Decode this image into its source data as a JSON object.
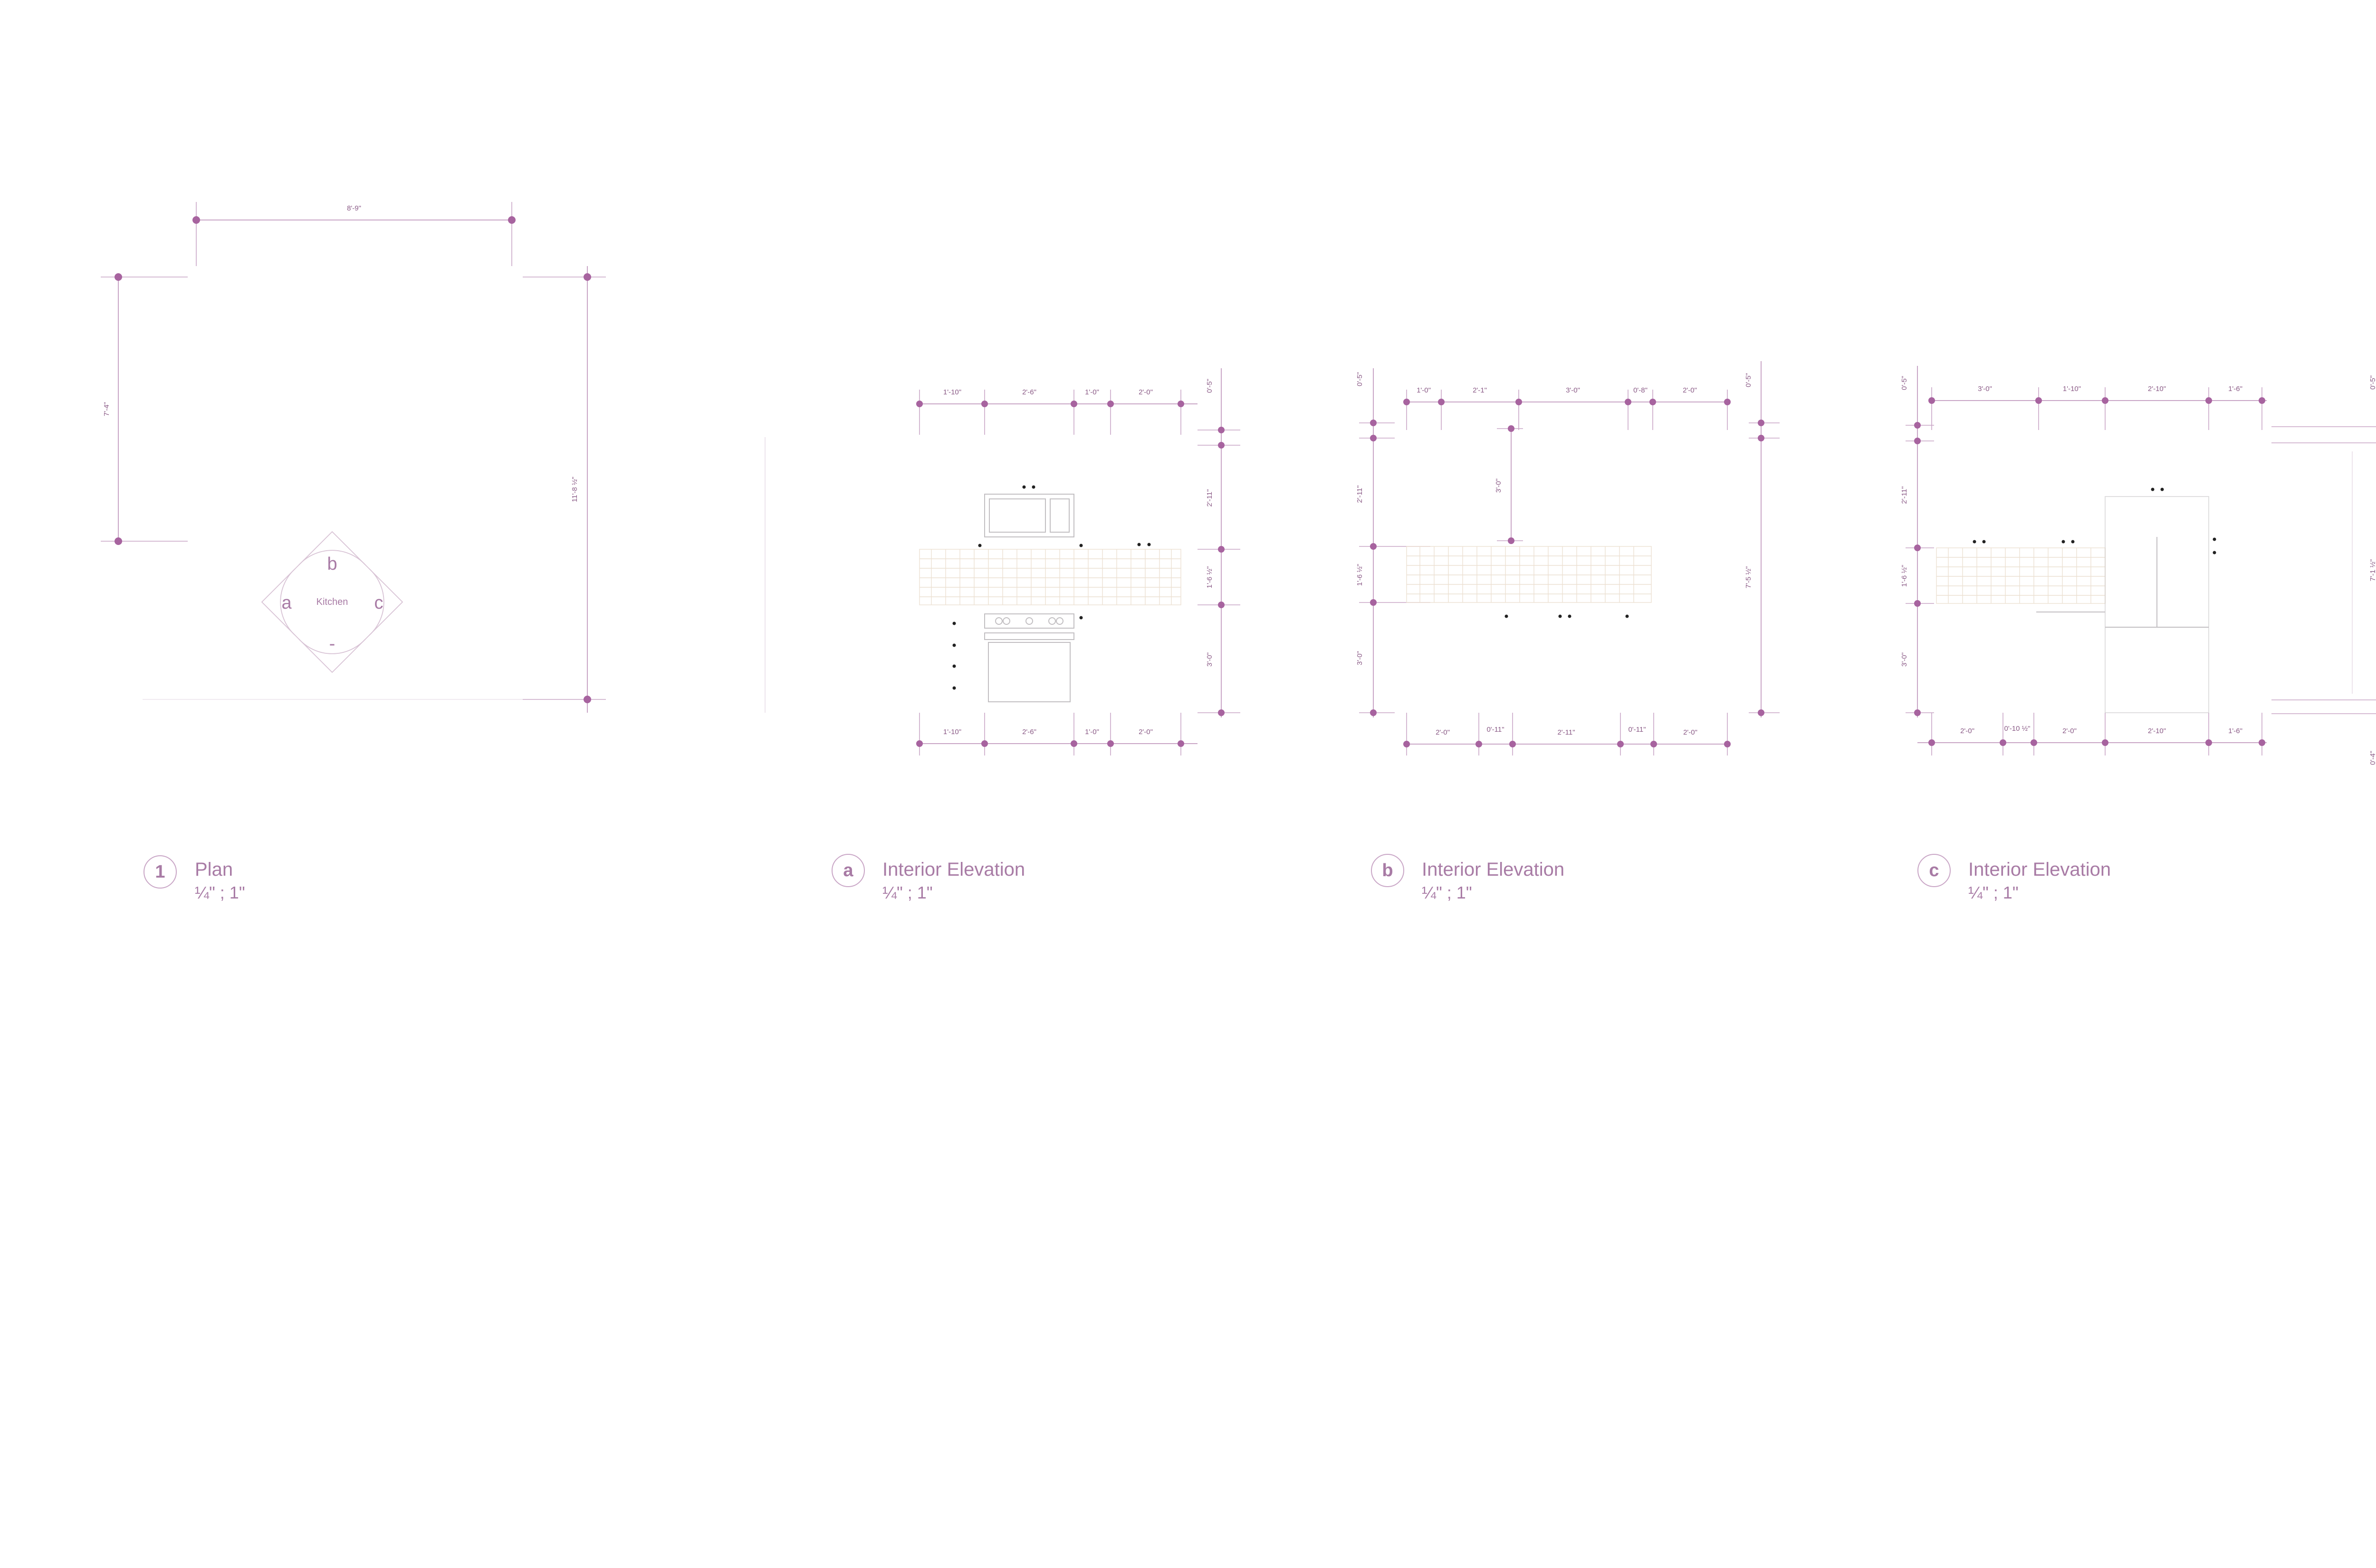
{
  "colors": {
    "accent": "#a7639f",
    "line": "#c9a6c6",
    "tile": "#ece0d2"
  },
  "plan": {
    "dims": {
      "top": "8'-9\"",
      "left": "7'-4\"",
      "right": "11'-8 ½\""
    },
    "room_label": "Kitchen",
    "markers": [
      "a",
      "b",
      "c",
      "-"
    ]
  },
  "elev_a": {
    "top_dims": [
      "1'-10\"",
      "2'-6\"",
      "1'-0\"",
      "2'-0\""
    ],
    "bottom_dims": [
      "1'-10\"",
      "2'-6\"",
      "1'-0\"",
      "2'-0\""
    ],
    "right_dims": [
      "0'-5\"",
      "2'-11\"",
      "1'-6 ½\"",
      "3'-0\""
    ]
  },
  "elev_b": {
    "top_dims": [
      "1'-0\"",
      "2'-1\"",
      "3'-0\"",
      "0'-8\"",
      "2'-0\""
    ],
    "bottom_dims": [
      "2'-0\"",
      "0'-11\"",
      "2'-11\"",
      "0'-11\"",
      "2'-0\""
    ],
    "left_dims": [
      "0'-5\"",
      "2'-11\"",
      "1'-6 ½\"",
      "3'-0\""
    ],
    "right_dims": [
      "0'-5\"",
      "7'-5 ½\""
    ],
    "inner_dim": "3'-0\""
  },
  "elev_c": {
    "top_dims": [
      "3'-0\"",
      "1'-10\"",
      "2'-10\"",
      "1'-6\""
    ],
    "bottom_dims": [
      "2'-0\"",
      "0'-10 ½\"",
      "2'-0\"",
      "2'-10\"",
      "1'-6\""
    ],
    "left_dims": [
      "0'-5\"",
      "2'-11\"",
      "1'-6 ½\"",
      "3'-0\""
    ],
    "right_dims": [
      "0'-5\"",
      "7'-1 ½\"",
      "0'-4\""
    ]
  },
  "titles": [
    {
      "id": "1",
      "name": "Plan",
      "scale": "¼\" ; 1\""
    },
    {
      "id": "a",
      "name": "Interior Elevation",
      "scale": "¼\" ; 1\""
    },
    {
      "id": "b",
      "name": "Interior Elevation",
      "scale": "¼\" ; 1\""
    },
    {
      "id": "c",
      "name": "Interior Elevation",
      "scale": "¼\" ; 1\""
    }
  ]
}
